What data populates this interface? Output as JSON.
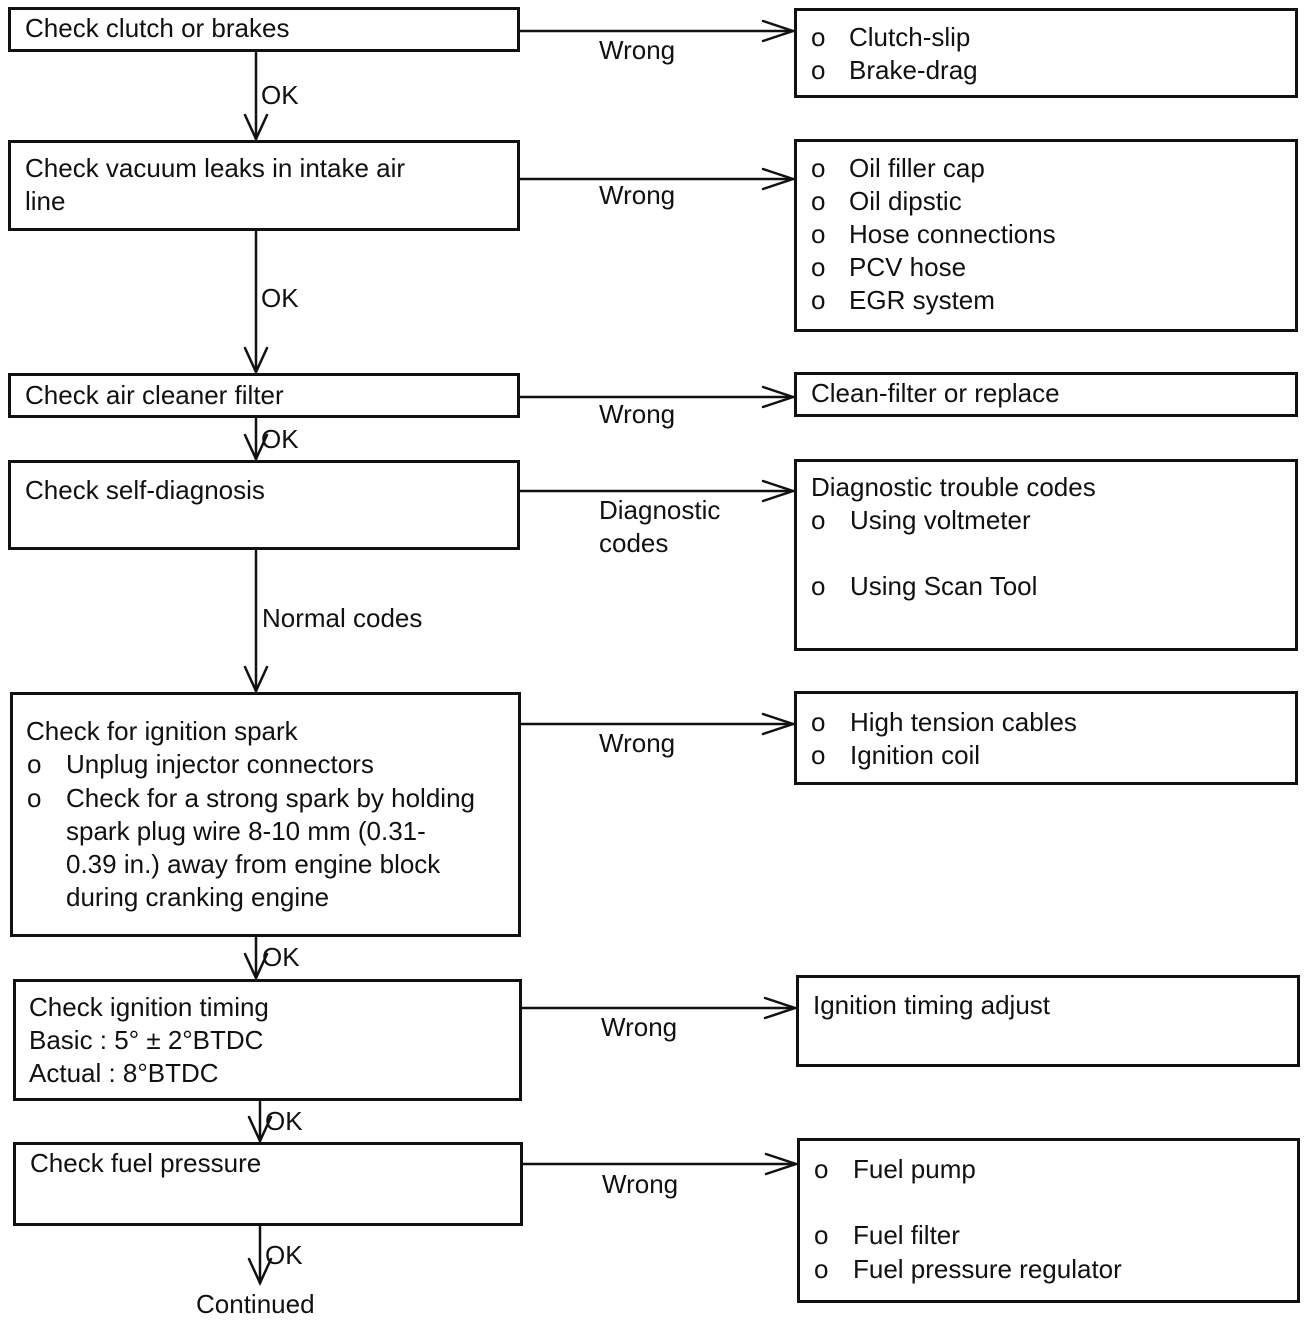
{
  "flow": {
    "steps": [
      {
        "id": "s1",
        "lines": [
          "Check clutch or brakes"
        ]
      },
      {
        "id": "s2",
        "lines": [
          "Check vacuum leaks in intake air",
          "line"
        ]
      },
      {
        "id": "s3",
        "lines": [
          "Check air cleaner filter"
        ]
      },
      {
        "id": "s4",
        "lines": [
          "Check self-diagnosis"
        ]
      },
      {
        "id": "s5",
        "title": "Check for ignition spark",
        "bullets": [
          {
            "mark": "o",
            "lines": [
              "Unplug injector connectors"
            ]
          },
          {
            "mark": "o",
            "lines": [
              "Check for a strong spark by holding",
              "spark plug wire 8-10 mm (0.31-",
              "0.39 in.) away from engine block",
              "during cranking engine"
            ]
          }
        ]
      },
      {
        "id": "s6",
        "lines": [
          "Check ignition timing",
          "Basic : 5° ± 2°BTDC",
          "Actual : 8°BTDC"
        ]
      },
      {
        "id": "s7",
        "lines": [
          "Check fuel pressure"
        ]
      }
    ],
    "results": [
      {
        "id": "r1",
        "bullets": [
          {
            "mark": "o",
            "text": "Clutch-slip"
          },
          {
            "mark": "o",
            "text": "Brake-drag"
          }
        ]
      },
      {
        "id": "r2",
        "bullets": [
          {
            "mark": "o",
            "text": "Oil filler cap"
          },
          {
            "mark": "o",
            "text": "Oil dipstic"
          },
          {
            "mark": "o",
            "text": "Hose connections"
          },
          {
            "mark": "o",
            "text": "PCV hose"
          },
          {
            "mark": "o",
            "text": "EGR system"
          }
        ]
      },
      {
        "id": "r3",
        "text": "Clean-filter or replace"
      },
      {
        "id": "r4",
        "text": "Diagnostic trouble codes",
        "bullets": [
          {
            "mark": "o",
            "text": "Using voltmeter"
          },
          {
            "mark": "o",
            "text": "Using Scan Tool"
          }
        ]
      },
      {
        "id": "r5",
        "bullets": [
          {
            "mark": "o",
            "text": "High tension cables"
          },
          {
            "mark": "o",
            "text": "Ignition coil"
          }
        ]
      },
      {
        "id": "r6",
        "text": "Ignition timing adjust"
      },
      {
        "id": "r7",
        "bullets": [
          {
            "mark": "o",
            "text": "Fuel pump"
          },
          {
            "mark": "o",
            "text": "Fuel filter"
          },
          {
            "mark": "o",
            "text": "Fuel pressure regulator"
          }
        ]
      }
    ],
    "edge_labels": {
      "ok": "OK",
      "wrong": "Wrong",
      "normal_codes": "Normal codes",
      "diagnostic_codes": [
        "Diagnostic",
        "codes"
      ]
    },
    "footer": "Continued"
  }
}
